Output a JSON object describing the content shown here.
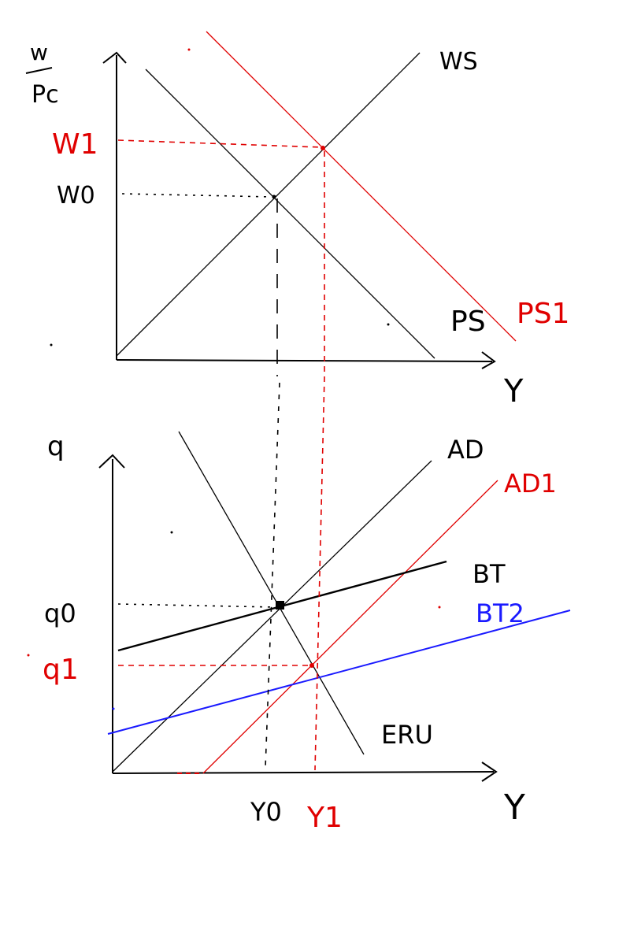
{
  "colors": {
    "black": "#000000",
    "red": "#e00000",
    "blue": "#1a1aff"
  },
  "top": {
    "yaxis_label_num": "w",
    "yaxis_label_den": "Pc",
    "xaxis_label": "Y",
    "tick_w1": "W1",
    "tick_w0": "W0",
    "curve_ws": "WS",
    "curve_ps": "PS",
    "curve_ps1": "PS1"
  },
  "bottom": {
    "yaxis_label": "q",
    "xaxis_label": "Y",
    "tick_q0": "q0",
    "tick_q1": "q1",
    "tick_y0": "Y0",
    "tick_y1": "Y1",
    "curve_ad": "AD",
    "curve_ad1": "AD1",
    "curve_bt": "BT",
    "curve_bt2": "BT2",
    "curve_eru": "ERU"
  }
}
